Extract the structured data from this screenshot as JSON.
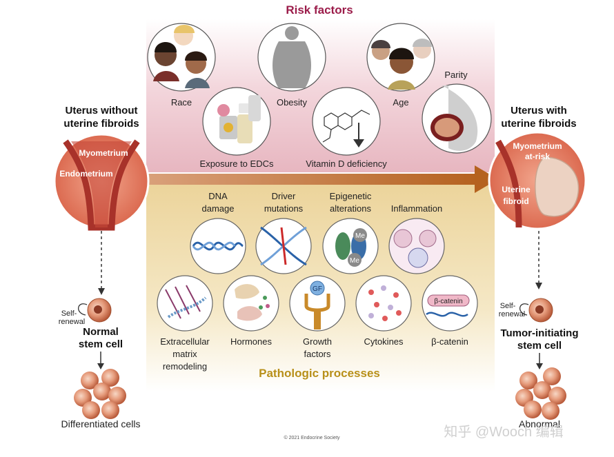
{
  "risk_title": "Risk factors",
  "pathologic_title": "Pathologic processes",
  "left": {
    "title_line1": "Uterus without",
    "title_line2": "uterine fibroids",
    "myometrium": "Myometrium",
    "endometrium": "Endometrium",
    "self_renewal_line1": "Self-",
    "self_renewal_line2": "renewal",
    "stem_line1": "Normal",
    "stem_line2": "stem cell",
    "differentiated": "Differentiated cells"
  },
  "right": {
    "title_line1": "Uterus with",
    "title_line2": "uterine fibroids",
    "myometrium_line1": "Myometrium",
    "myometrium_line2": "at-risk",
    "fibroid_line1": "Uterine",
    "fibroid_line2": "fibroid",
    "self_renewal_line1": "Self-",
    "self_renewal_line2": "renewal",
    "stem_line1": "Tumor-initiating",
    "stem_line2": "stem cell",
    "abnormal_cells": "Abnormal"
  },
  "risk_factors": {
    "race": "Race",
    "obesity": "Obesity",
    "age": "Age",
    "parity": "Parity",
    "edcs": "Exposure to EDCs",
    "vitamin_d": "Vitamin D deficiency"
  },
  "processes_row1": {
    "dna_line1": "DNA",
    "dna_line2": "damage",
    "driver_line1": "Driver",
    "driver_line2": "mutations",
    "epi_line1": "Epigenetic",
    "epi_line2": "alterations",
    "inflammation": "Inflammation",
    "me_label": "Me"
  },
  "processes_row2": {
    "ecm_line1": "Extracellular",
    "ecm_line2": "matrix",
    "ecm_line3": "remodeling",
    "hormones": "Hormones",
    "gf_line1": "Growth",
    "gf_line2": "factors",
    "gf_label": "GF",
    "cytokines": "Cytokines",
    "beta_catenin": "β-catenin",
    "beta_catenin_box": "β-catenin"
  },
  "copyright": "© 2021 Endocrine Society",
  "watermark": "知乎 @Wooch 编辑",
  "colors": {
    "risk_title": "#9b1c4a",
    "pathologic_title": "#b8901a",
    "uterus": "#e07a5f",
    "uterus_dark": "#a8322a",
    "arrow": "#c06a2a",
    "pink_band": "#ecc3cb",
    "gold_band": "#eed9a3"
  }
}
